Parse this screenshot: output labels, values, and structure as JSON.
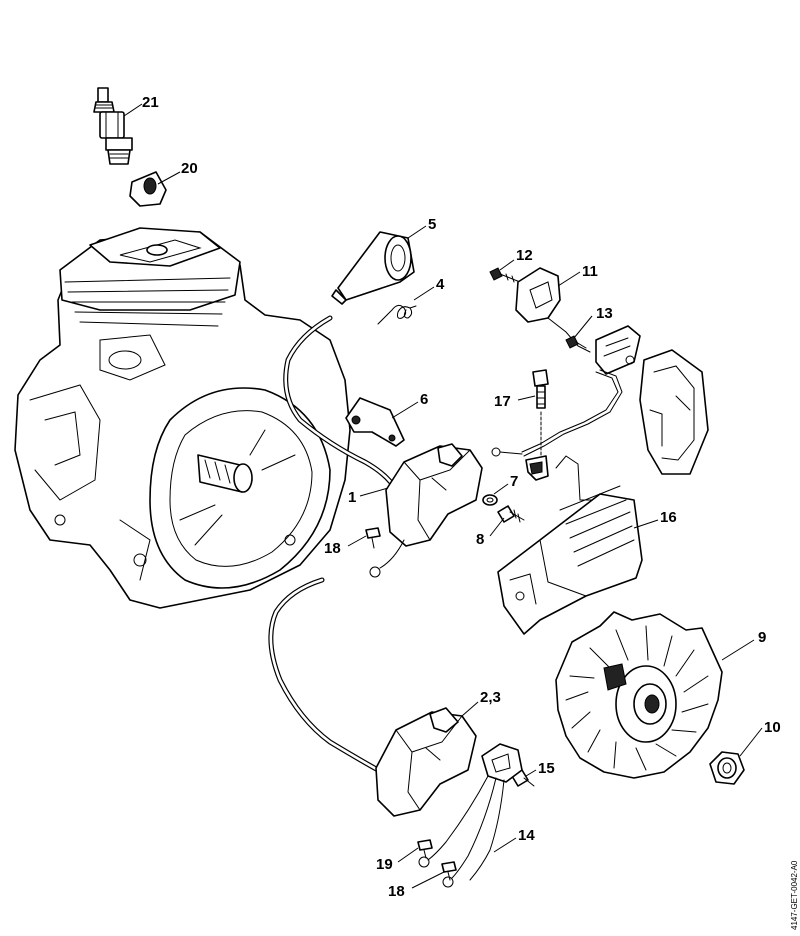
{
  "document_code": "4147-GET-0042-A0",
  "callouts": {
    "c21": "21",
    "c20": "20",
    "c5": "5",
    "c4": "4",
    "c12": "12",
    "c11": "11",
    "c13": "13",
    "c6": "6",
    "c17": "17",
    "c1": "1",
    "c7": "7",
    "c8": "8",
    "c16": "16",
    "c18a": "18",
    "c9": "9",
    "c23": "2,3",
    "c10": "10",
    "c15": "15",
    "c14": "14",
    "c19": "19",
    "c18b": "18"
  }
}
